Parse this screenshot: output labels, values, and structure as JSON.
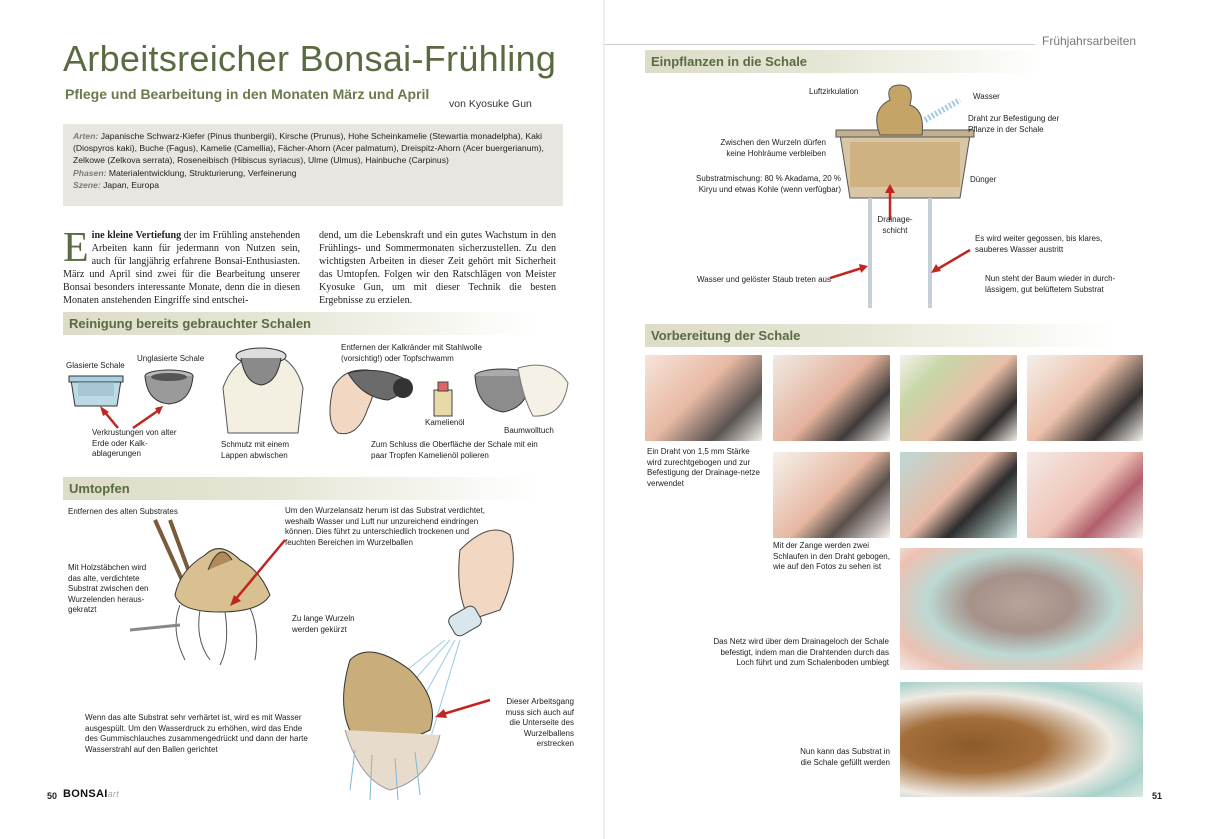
{
  "header": {
    "title": "Arbeitsreicher Bonsai-Frühling",
    "subtitle": "Pflege und Bearbeitung in den Monaten März und April",
    "author": "von Kyosuke Gun",
    "section_tag": "Frühjahrsarbeiten"
  },
  "infobox": {
    "arten_label": "Arten:",
    "arten_text": "Japanische Schwarz-Kiefer (Pinus thunbergii), Kirsche (Prunus), Hohe Scheinkamelie (Stewartia monadelpha), Kaki (Diospyros kaki), Buche (Fagus), Kamelie (Camellia), Fächer-Ahorn (Acer palmatum), Dreispitz-Ahorn (Acer buergerianum), Zelkowe (Zelkova serrata), Roseneibisch (Hibiscus syriacus), Ulme (Ulmus), Hainbuche (Carpinus)",
    "phasen_label": "Phasen:",
    "phasen_text": "Materialentwicklung, Strukturierung, Verfeinerung",
    "szene_label": "Szene:",
    "szene_text": "Japan, Europa"
  },
  "intro": {
    "dropcap": "E",
    "lead_bold": "ine kleine Vertiefung",
    "col1_rest": " der im Frühling anstehenden Arbeiten kann für jedermann von Nutzen sein, auch für langjährig erfahrene Bonsai-Enthusiasten. März und April sind zwei für die Bearbeitung unserer Bonsai besonders interessante Monate, denn die in diesen Monaten anstehenden Eingriffe sind entschei-",
    "col2": "dend, um die Lebenskraft und ein gutes Wachstum in den Frühlings- und Sommermonaten sicherzustellen. Zu den wichtigsten Arbeiten in dieser Zeit gehört mit Sicherheit das Umtopfen. Folgen wir den Ratschlägen von Meister Kyosuke Gun, um mit dieser Technik die besten Ergebnisse zu erzielen."
  },
  "sections": {
    "reinigung": "Reinigung bereits gebrauchter Schalen",
    "umtopfen": "Umtopfen",
    "einpflanzen": "Einpflanzen in die Schale",
    "vorbereitung": "Vorbereitung der Schale"
  },
  "reinigung_labels": {
    "glasiert": "Glasierte Schale",
    "unglasiert": "Unglasierte Schale",
    "verkrustungen": "Verkrustungen von alter Erde oder Kalk-ablagerungen",
    "schmutz": "Schmutz mit einem Lappen abwischen",
    "kalkraender": "Entfernen der Kalkränder mit Stahlwolle (vorsichtig!) oder Topfschwamm",
    "kamelienoel": "Kamelienöl",
    "baumwolltuch": "Baumwolltuch",
    "schluss": "Zum Schluss die Oberfläche der Schale mit ein paar Tropfen Kamelienöl polieren"
  },
  "umtopfen_labels": {
    "entfernen": "Entfernen des alten Substrates",
    "holzstaebchen": "Mit Holzstäbchen wird das alte, verdichtete Substrat zwischen den Wurzelenden heraus-gekratzt",
    "wurzelansatz": "Um den Wurzelansatz herum ist das Substrat verdichtet, weshalb Wasser und Luft nur unzureichend eindringen können. Dies führt zu unterschiedlich trockenen und feuchten Bereichen im Wurzelballen",
    "zu_lange": "Zu lange Wurzeln werden gekürzt",
    "verhaertet": "Wenn das alte Substrat sehr verhärtet ist, wird es mit Wasser ausgespült. Um den Wasserdruck zu erhöhen, wird das Ende des Gummischlauches zusammengedrückt und dann der harte Wasserstrahl auf den Ballen gerichtet",
    "arbeitsgang": "Dieser Arbeitsgang muss sich auch auf die Unterseite des Wurzelballens erstrecken"
  },
  "einpflanzen_labels": {
    "luftzirkulation": "Luftzirkulation",
    "wasser": "Wasser",
    "draht": "Draht zur Befestigung der Pflanze in der Schale",
    "hohlraeume": "Zwischen den Wurzeln dürfen keine Hohlräume verbleiben",
    "substratmischung": "Substratmischung: 80 % Akadama, 20 % Kiryu und etwas Kohle (wenn verfügbar)",
    "duenger": "Dünger",
    "drainage": "Drainage-schicht",
    "weiter_gegossen": "Es wird weiter gegossen, bis klares, sauberes Wasser austritt",
    "wasser_staub": "Wasser und gelöster Staub treten aus",
    "baum_wieder": "Nun steht der Baum wieder in durch-lässigem, gut belüftetem Substrat"
  },
  "vorbereitung_labels": {
    "draht_15": "Ein Draht von 1,5 mm Stärke wird zurechtgebogen und zur Befestigung der Drainage-netze verwendet",
    "zange": "Mit der Zange werden zwei Schlaufen in den Draht gebogen, wie auf den Fotos zu sehen ist",
    "netz": "Das Netz wird über dem Drainageloch der Schale befestigt, indem man die Drahtenden durch das Loch führt und zum Schalenboden umbiegt",
    "substrat": "Nun kann das Substrat in die Schale gefüllt werden"
  },
  "footer": {
    "left_page": "50",
    "brand": "BONSAI",
    "brand_suffix": "art",
    "right_page": "51"
  },
  "colors": {
    "title_green": "#5a6b42",
    "section_bar": "#dcdcc8",
    "arrow_red": "#c0261f",
    "info_bg": "#e7e6e0"
  }
}
